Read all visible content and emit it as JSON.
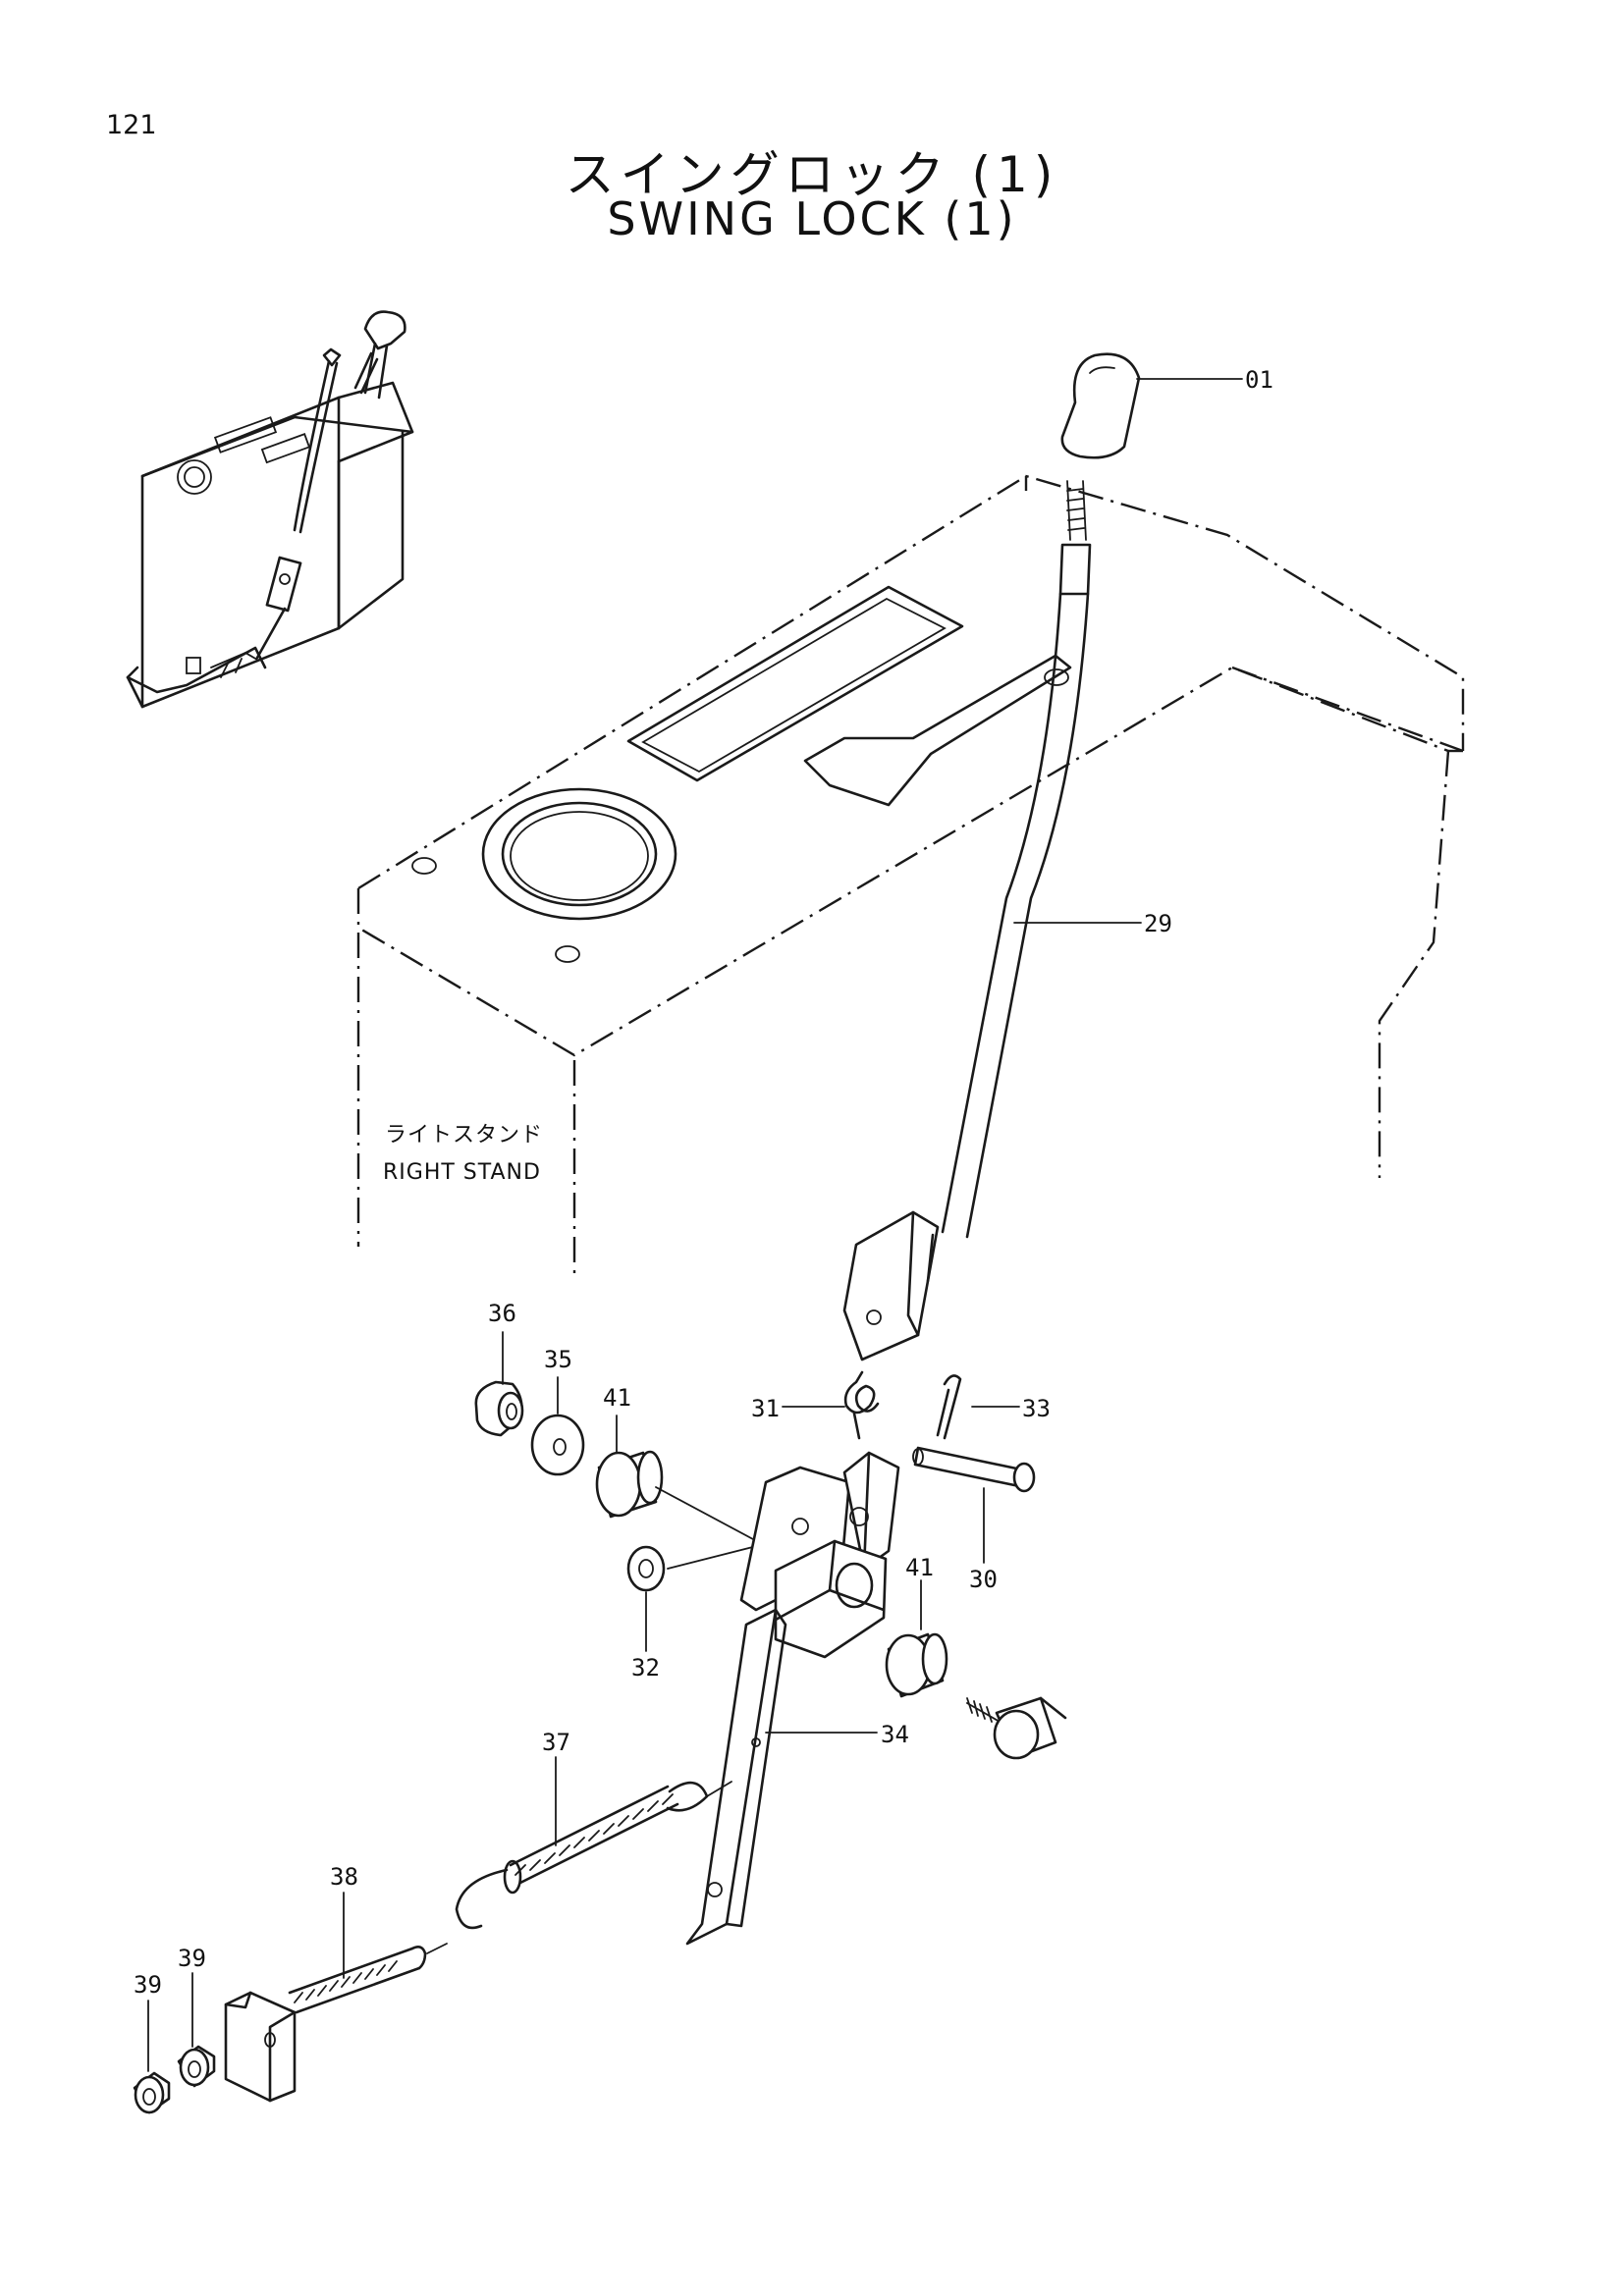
{
  "page": {
    "number": "121",
    "title_jp": "スイングロック (1)",
    "title_en": "SWING LOCK (1)"
  },
  "labels": {
    "stand_jp": "ライトスタンド",
    "stand_en": "RIGHT STAND"
  },
  "part_labels": [
    "01",
    "29",
    "36",
    "35",
    "41",
    "31",
    "33",
    "30",
    "41",
    "32",
    "34",
    "37",
    "38",
    "39",
    "39"
  ]
}
